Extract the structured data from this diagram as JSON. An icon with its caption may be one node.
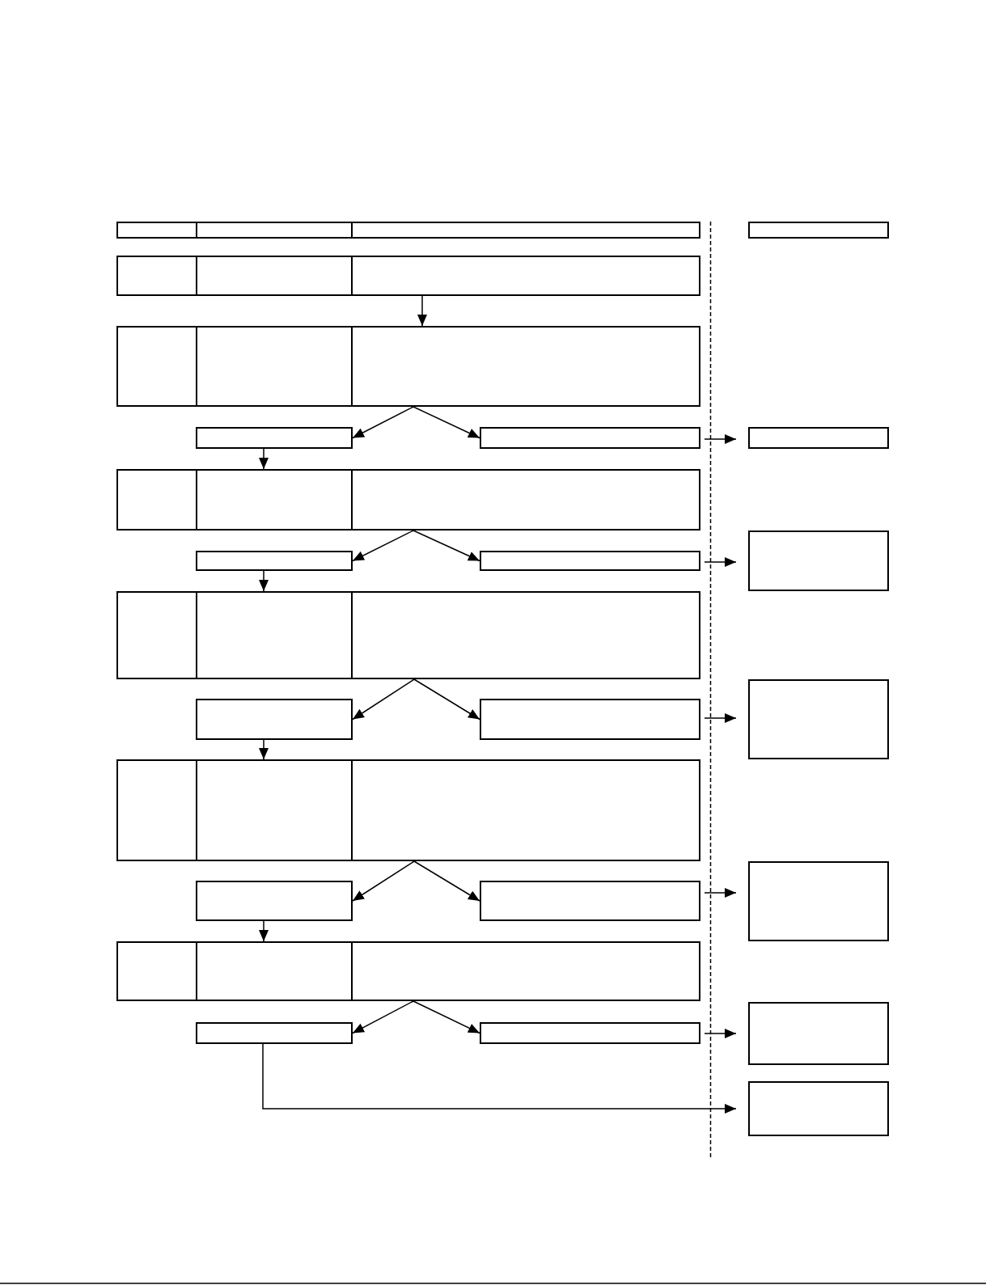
{
  "diagram": {
    "nodes": [
      {
        "text": [],
        "shape": "box"
      },
      {
        "text": [],
        "shape": "box"
      },
      {
        "text": [],
        "shape": "box"
      },
      {
        "text": [],
        "shape": "box"
      },
      {
        "text": [],
        "shape": "box"
      },
      {
        "text": [],
        "shape": "box"
      },
      {
        "text": [],
        "shape": "box"
      },
      {
        "text": [],
        "shape": "box"
      },
      {
        "text": [],
        "shape": "box"
      },
      {
        "text": [],
        "shape": "box"
      },
      {
        "text": [],
        "shape": "box"
      },
      {
        "text": [],
        "shape": "box"
      },
      {
        "text": [],
        "shape": "box"
      },
      {
        "text": [],
        "shape": "box"
      },
      {
        "text": [],
        "shape": "box"
      },
      {
        "text": [],
        "shape": "box"
      },
      {
        "text": [],
        "shape": "box"
      },
      {
        "text": [],
        "shape": "box"
      },
      {
        "text": [],
        "shape": "box"
      },
      {
        "text": [],
        "shape": "box"
      },
      {
        "text": [],
        "shape": "box"
      },
      {
        "text": [],
        "shape": "box"
      },
      {
        "text": [],
        "shape": "box"
      },
      {
        "text": [],
        "shape": "box"
      },
      {
        "text": [],
        "shape": "box"
      },
      {
        "text": [],
        "shape": "box"
      },
      {
        "text": [],
        "shape": "box"
      },
      {
        "text": [],
        "shape": "box"
      },
      {
        "text": [],
        "shape": "box"
      },
      {
        "text": [],
        "shape": "box"
      },
      {
        "text": [],
        "shape": "box"
      },
      {
        "text": [],
        "shape": "box"
      },
      {
        "text": [],
        "shape": "box"
      },
      {
        "text": [],
        "shape": "box"
      },
      {
        "text": [],
        "shape": "box"
      },
      {
        "text": [],
        "shape": "box"
      },
      {
        "text": [],
        "shape": "box"
      },
      {
        "text": [],
        "shape": "box"
      }
    ],
    "edges": [
      {
        "from": 6,
        "to": 9,
        "arrow": "to"
      },
      {
        "from": 9,
        "to": 10,
        "arrow": "to"
      },
      {
        "from": 9,
        "to": 11,
        "arrow": "to"
      },
      {
        "from": 10,
        "to": 14,
        "arrow": "to"
      },
      {
        "from": 11,
        "to": 12,
        "arrow": "to"
      },
      {
        "from": 15,
        "to": 16,
        "arrow": "to"
      },
      {
        "from": 15,
        "to": 17,
        "arrow": "to"
      },
      {
        "from": 16,
        "to": 20,
        "arrow": "to"
      },
      {
        "from": 17,
        "to": 18,
        "arrow": "to"
      },
      {
        "from": 21,
        "to": 22,
        "arrow": "to"
      },
      {
        "from": 21,
        "to": 23,
        "arrow": "to"
      },
      {
        "from": 22,
        "to": 26,
        "arrow": "to"
      },
      {
        "from": 23,
        "to": 24,
        "arrow": "to"
      },
      {
        "from": 27,
        "to": 28,
        "arrow": "to"
      },
      {
        "from": 27,
        "to": 29,
        "arrow": "to"
      },
      {
        "from": 28,
        "to": 32,
        "arrow": "to"
      },
      {
        "from": 29,
        "to": 30,
        "arrow": "to"
      },
      {
        "from": 33,
        "to": 34,
        "arrow": "to"
      },
      {
        "from": 33,
        "to": 35,
        "arrow": "to"
      },
      {
        "from": 34,
        "to": 37,
        "arrow": "to"
      },
      {
        "from": 35,
        "to": 36,
        "arrow": "to"
      }
    ]
  }
}
